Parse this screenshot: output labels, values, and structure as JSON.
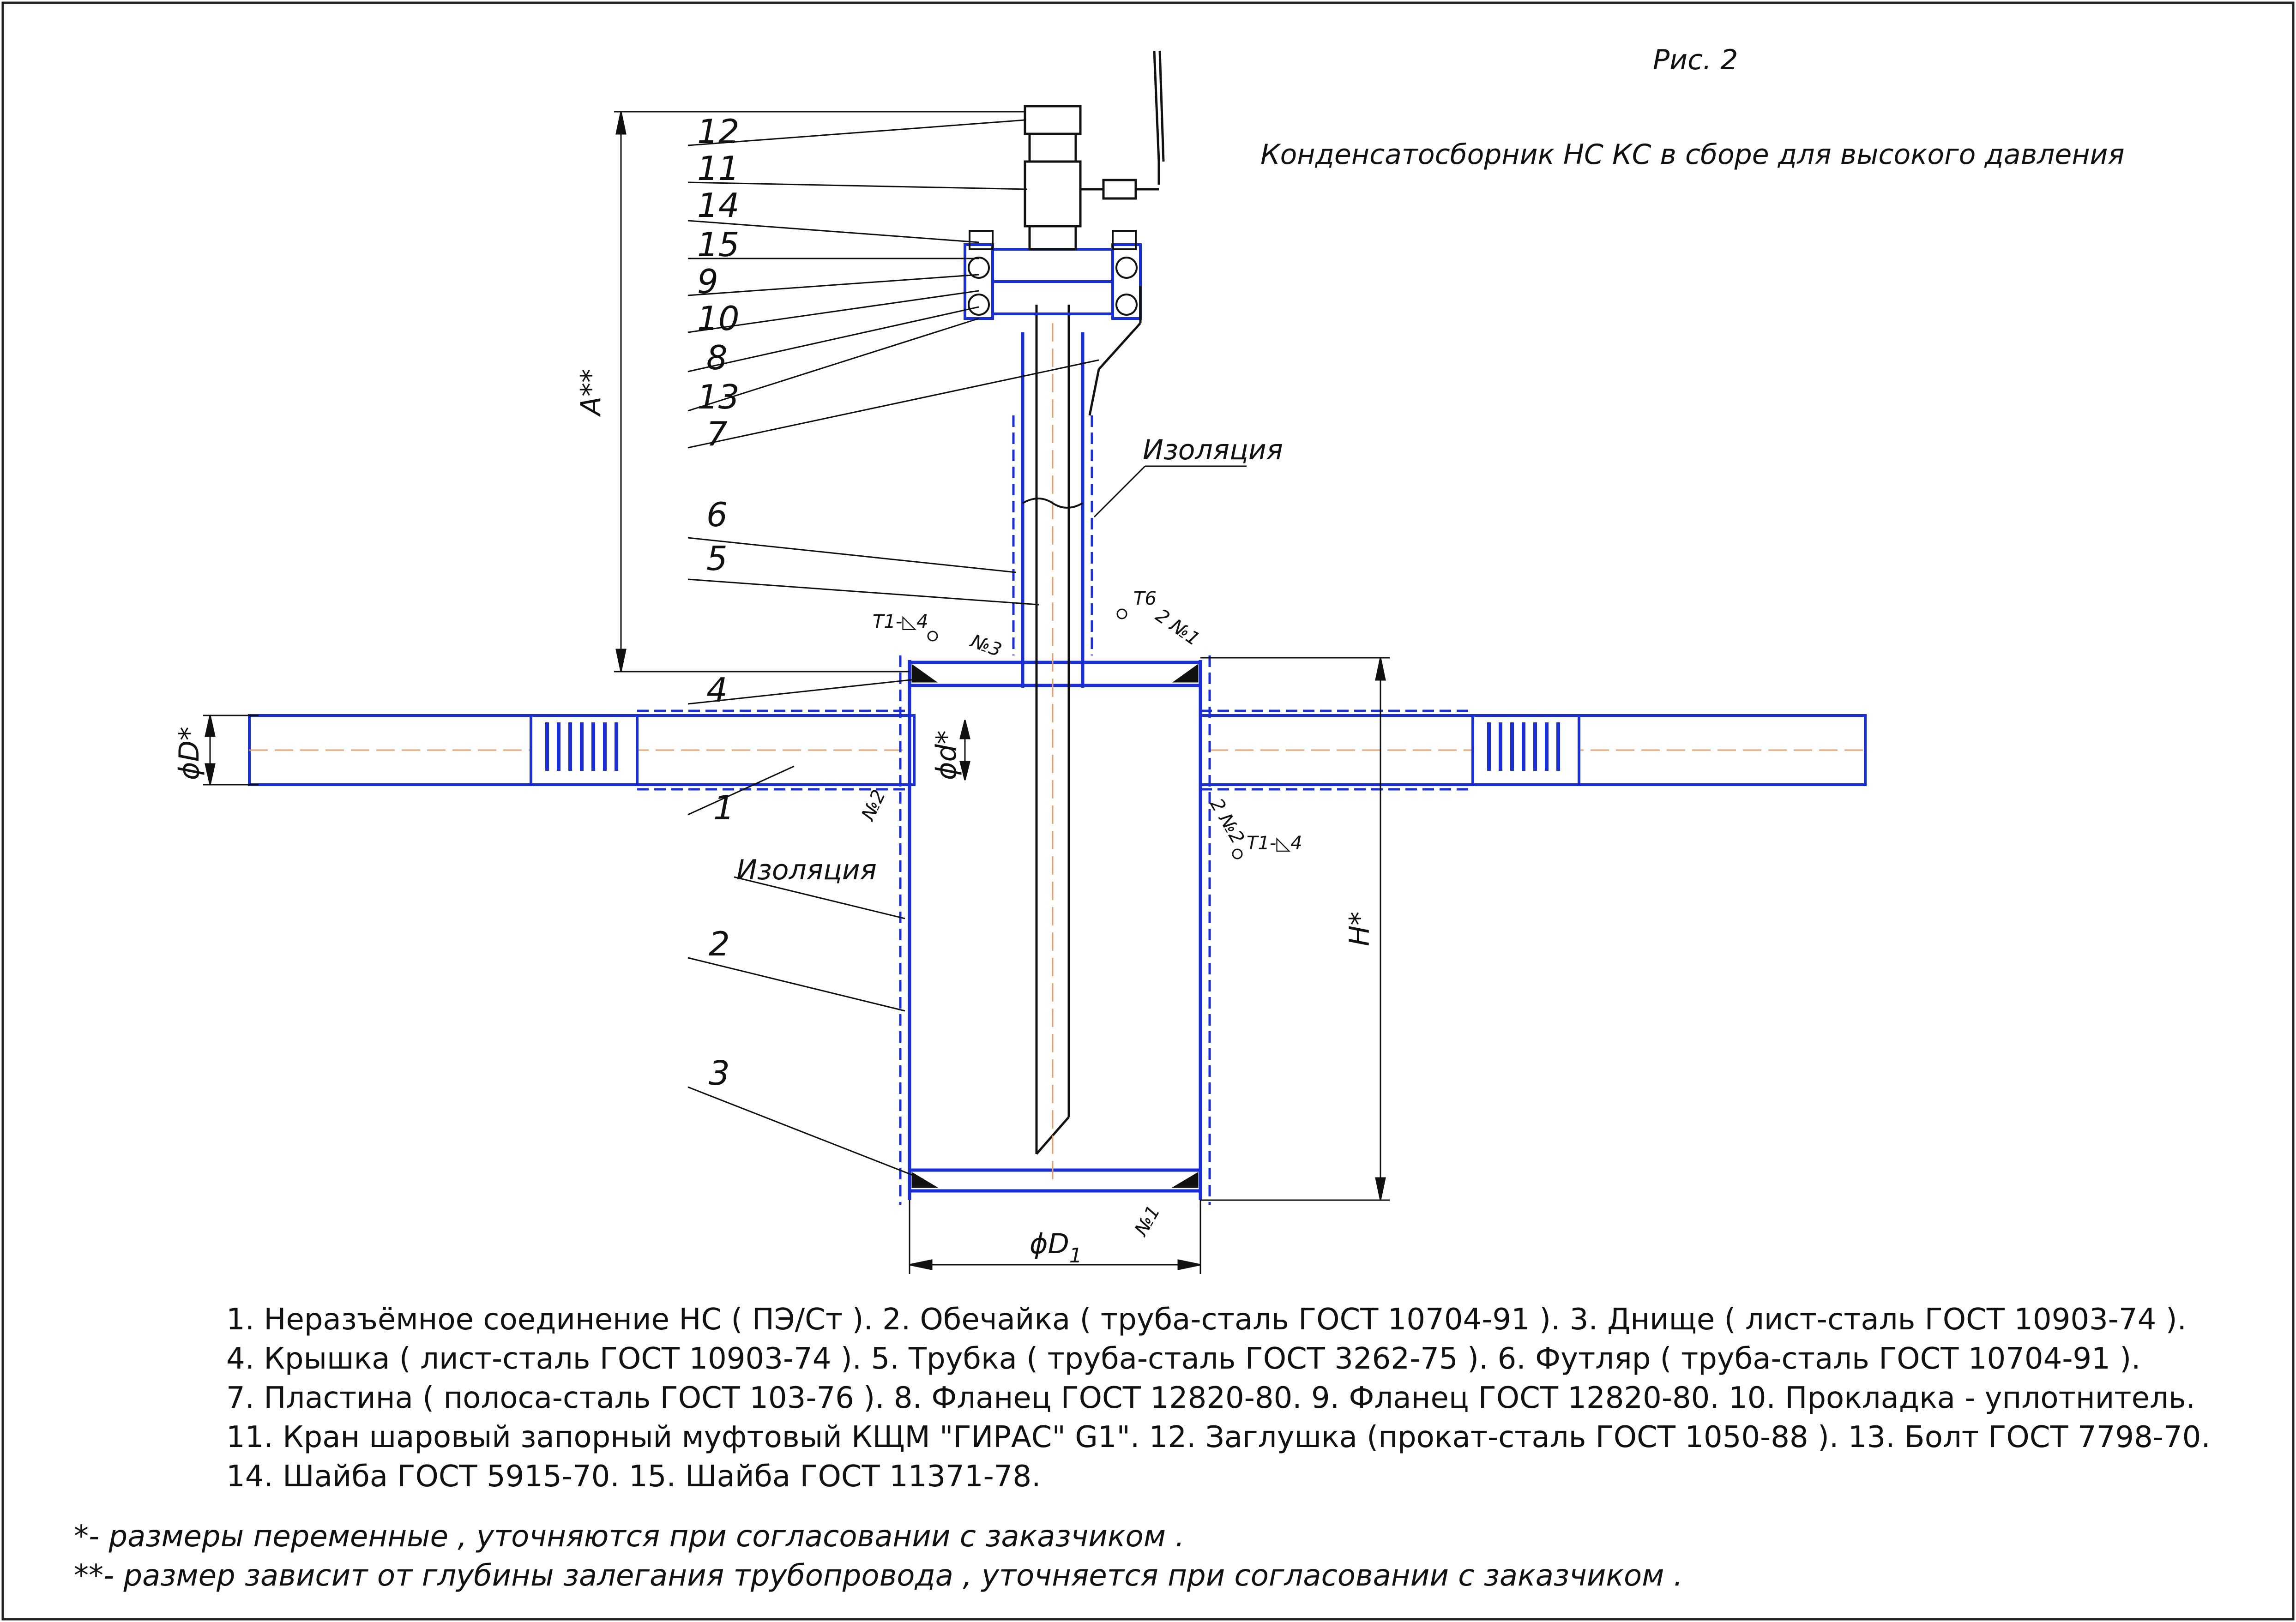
{
  "drawing": {
    "figure_label": "Рис. 2",
    "title": "Конденсатосборник НС КС в сборе для высокого давления"
  },
  "callouts": [
    "12",
    "11",
    "14",
    "15",
    "9",
    "10",
    "8",
    "13",
    "7",
    "6",
    "5",
    "4",
    "1",
    "2",
    "3"
  ],
  "labels": {
    "insulation_top": "Изоляция",
    "insulation_left": "Изоляция",
    "dim_A": "A**",
    "dim_H": "H*",
    "dim_D_left": "ϕD*",
    "dim_d_inner": "ϕd*",
    "dim_D1": "ϕD",
    "dim_D1_sub": "1",
    "weld_t1_top": "Т1-◺4",
    "weld_t1_right": "Т1-◺4",
    "weld_t6": "Т6",
    "weld_n1_top": "2 №1",
    "weld_n3": "№3",
    "weld_n2_left": "№2",
    "weld_n2_right": "2 №2",
    "weld_n1_bottom": "№1"
  },
  "legend": [
    "1. Неразъёмное соединение НС ( ПЭ/Ст ).  2. Обечайка ( труба-сталь ГОСТ 10704-91 ). 3. Днище ( лист-сталь ГОСТ 10903-74 ).",
    "4. Крышка ( лист-сталь ГОСТ 10903-74 ).  5. Трубка ( труба-сталь ГОСТ 3262-75 ).  6. Футляр ( труба-сталь ГОСТ 10704-91 ).",
    "7. Пластина ( полоса-сталь ГОСТ 103-76 ).  8. Фланец ГОСТ 12820-80.  9. Фланец ГОСТ 12820-80.  10. Прокладка - уплотнитель.",
    "11. Кран шаровый запорный муфтовый КЩМ \"ГИРАС\" G1\".  12. Заглушка (прокат-сталь ГОСТ 1050-88 ).  13. Болт ГОСТ 7798-70.",
    "14. Шайба ГОСТ 5915-70.  15. Шайба ГОСТ 11371-78."
  ],
  "notes": [
    "*- размеры переменные , уточняются при согласовании с заказчиком .",
    "**- размер зависит от глубины залегания трубопровода , уточняется при согласовании с заказчиком ."
  ],
  "colors": {
    "line": "#111111",
    "part": "#1a2ed8",
    "axis": "#e0a070",
    "frame": "#222222"
  }
}
